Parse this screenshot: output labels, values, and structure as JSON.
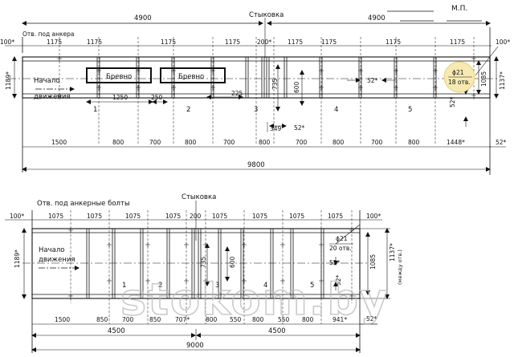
{
  "top": {
    "stamp_label": "М.П.",
    "half_left": "4900",
    "half_right": "4900",
    "joint_label": "Стыковка",
    "anchor_holes_label": "Отв. под анкера",
    "edge_left": "100*",
    "edge_right": "100*",
    "spacings": [
      "1175",
      "1175",
      "1175",
      "1175",
      "200*",
      "1175",
      "1175",
      "1175",
      "1175"
    ],
    "log_label_1": "Бревно",
    "log_label_2": "Бревно",
    "start_line1": "Начало",
    "start_line2": "движения",
    "dim_1250": "1250",
    "dim_250": "250",
    "dim_225": "225",
    "dim_735": "735",
    "dim_600": "600",
    "dim_52_a": "52*",
    "dim_52_b": "52*",
    "dim_52_c": "52*",
    "dim_52_d": "52*",
    "dim_349": "349",
    "hole_diam": "ϕ21",
    "hole_count": "18 отв.",
    "height_left": "1189*",
    "height_1085": "1085",
    "height_1137": "1137*",
    "sections": [
      "1",
      "2",
      "3",
      "4",
      "5"
    ],
    "bottom_dims": [
      "1500",
      "800",
      "700",
      "800",
      "700",
      "800",
      "700",
      "800",
      "700",
      "800",
      "1448*"
    ],
    "total": "9800"
  },
  "bottom": {
    "joint_label": "Стыковка",
    "anchor_bolts_label": "Отв. под анкерные болты",
    "edge_left": "100*",
    "edge_right": "100*",
    "spacings": [
      "1075",
      "1075",
      "1075",
      "1075",
      "200",
      "1075",
      "1075",
      "1075",
      "1075"
    ],
    "start_line1": "Начало",
    "start_line2": "движения",
    "dim_735": "735",
    "dim_600": "600",
    "hole_diam": "ϕ21",
    "hole_count": "20 отв.",
    "dim_52_a": "52*",
    "dim_52_b": "52*",
    "dim_52_c": "52*",
    "height_left": "1189*",
    "height_1085": "1085",
    "height_1137": "1137*",
    "height_1137_note": "(между отв.)",
    "sections": [
      "1",
      "2",
      "3",
      "4",
      "5"
    ],
    "bottom_dims": [
      "1500",
      "850",
      "700",
      "850",
      "707*",
      "800",
      "550",
      "800",
      "550",
      "800",
      "941*"
    ],
    "half_left": "4500",
    "half_right": "4500",
    "total": "9000"
  },
  "watermark": "stokom.by",
  "colors": {
    "line": "#111111",
    "watermark": "#b9b9b9",
    "highlight": "#f6eab2",
    "highlight_stroke": "#e7cf7a"
  }
}
